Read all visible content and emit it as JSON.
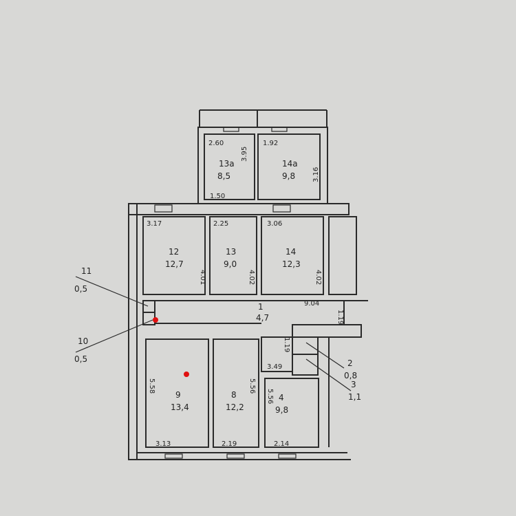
{
  "plan": {
    "rooms": [
      {
        "num": "13а",
        "area": "8,5"
      },
      {
        "num": "14а",
        "area": "9,8"
      },
      {
        "num": "12",
        "area": "12,7"
      },
      {
        "num": "13",
        "area": "9,0"
      },
      {
        "num": "14",
        "area": "12,3"
      },
      {
        "num": "1",
        "area": "4,7"
      },
      {
        "num": "9",
        "area": "13,4"
      },
      {
        "num": "8",
        "area": "12,2"
      },
      {
        "num": "4",
        "area": "9,8"
      },
      {
        "num": "2",
        "area": "0,8"
      },
      {
        "num": "3",
        "area": "1,1"
      },
      {
        "num": "10",
        "area": "0,5"
      },
      {
        "num": "11",
        "area": "0,5"
      }
    ],
    "dims": [
      "2.60",
      "1.92",
      "3.95",
      "3.16",
      "1.50",
      "3.17",
      "2.25",
      "3.06",
      "4.01",
      "4.02",
      "4.02",
      "9.04",
      "1.19",
      "5.58",
      "5.56",
      "5.56",
      "3.13",
      "2.19",
      "2.14",
      "3.49",
      "1.19"
    ],
    "markers": {
      "color": "#e01010"
    }
  }
}
